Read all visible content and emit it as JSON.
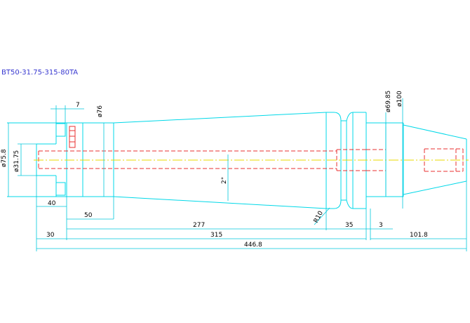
{
  "title": "BT50-31.75-315-80TA",
  "dimensions": {
    "d_75_8": "ø75.8",
    "d_31_75": "ø31.75",
    "d_76": "ø76",
    "d_69_85": "ø69.85",
    "d_100": "ø100",
    "angle_2": "2°",
    "r10": "R10",
    "w7": "7",
    "l40": "40",
    "l50": "50",
    "l30": "30",
    "l277": "277",
    "l315": "315",
    "l35": "35",
    "l3": "3",
    "l101_8": "101.8",
    "l446_8": "446.8"
  },
  "colors": {
    "outline": "#00d8e8",
    "hidden": "#e83030",
    "center": "#e8d800",
    "title": "#3838d0"
  }
}
